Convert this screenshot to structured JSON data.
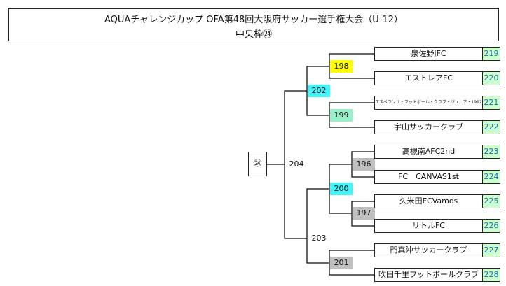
{
  "header": {
    "title": "AQUAチャレンジカップ OFA第48回大阪府サッカー選手権大会（U-12）",
    "subtitle": "中央枠㉔"
  },
  "block_label": "㉔",
  "teams": [
    {
      "name": "泉佐野JFC",
      "no": "219"
    },
    {
      "name": "エストレアFC",
      "no": "220"
    },
    {
      "name": "エスペランサ・フットボール・クラブ・ジュニア・1992",
      "no": "221"
    },
    {
      "name": "宇山サッカークラブ",
      "no": "222"
    },
    {
      "name": "高槻南AFC2nd",
      "no": "223"
    },
    {
      "name": "FC　CANVAS1st",
      "no": "224"
    },
    {
      "name": "久米田FCVamos",
      "no": "225"
    },
    {
      "name": "リトルFC",
      "no": "226"
    },
    {
      "name": "門真沖サッカークラブ",
      "no": "227"
    },
    {
      "name": "吹田千里フットボールクラブ",
      "no": "228"
    }
  ],
  "matches": {
    "m198": {
      "no": "198",
      "color": "#ffff00"
    },
    "m199": {
      "no": "199",
      "color": "#99f0c8"
    },
    "m202": {
      "no": "202",
      "color": "#44f4f8"
    },
    "m196": {
      "no": "196",
      "color": "#c0c0c0"
    },
    "m197": {
      "no": "197",
      "color": "#c0c0c0"
    },
    "m200": {
      "no": "200",
      "color": "#44f4f8"
    },
    "m201": {
      "no": "201",
      "color": "#c0c0c0"
    },
    "m203": {
      "no": "203",
      "color": "#ffffff"
    },
    "m204": {
      "no": "204",
      "color": "#ffffff"
    }
  },
  "colors": {
    "line": "#333333",
    "team_no_bg": "#ccffcc",
    "team_no_text": "#1b6fb0"
  }
}
